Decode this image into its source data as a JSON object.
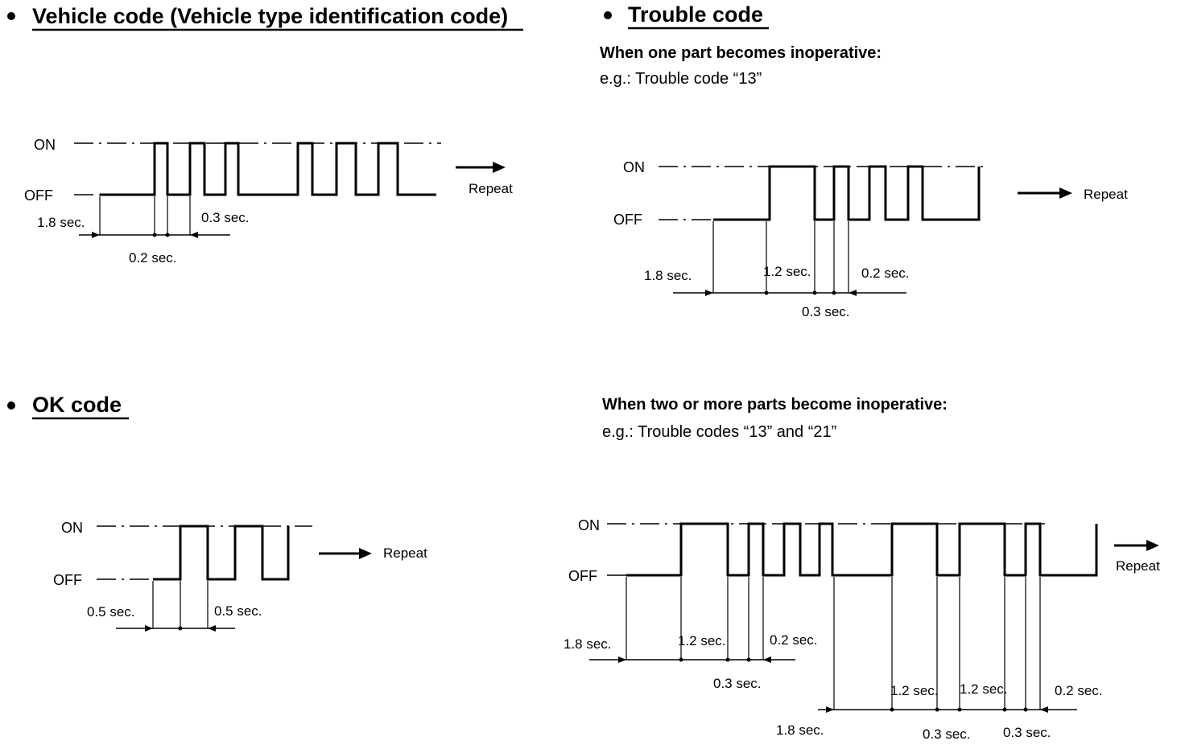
{
  "sections": {
    "vehicle": {
      "title": "Vehicle code (Vehicle type identification code)",
      "on": "ON",
      "off": "OFF",
      "repeat": "Repeat",
      "t1": "1.8 sec.",
      "t2": "0.2 sec.",
      "t3": "0.3 sec."
    },
    "trouble": {
      "title": "Trouble code",
      "sub1": "When one part becomes inoperative:",
      "sub2": "e.g.: Trouble code “13”",
      "on": "ON",
      "off": "OFF",
      "repeat": "Repeat",
      "t1": "1.8 sec.",
      "t2": "1.2 sec.",
      "t3": "0.2 sec.",
      "t4": "0.3 sec."
    },
    "ok": {
      "title": "OK code",
      "on": "ON",
      "off": "OFF",
      "repeat": "Repeat",
      "t1": "0.5 sec.",
      "t2": "0.5 sec."
    },
    "multi": {
      "sub1": "When two or more parts become inoperative:",
      "sub2": "e.g.: Trouble codes “13” and “21”",
      "on": "ON",
      "off": "OFF",
      "repeat": "Repeat",
      "t1": "1.8 sec.",
      "t2": "1.2 sec.",
      "t3": "0.2 sec.",
      "t4": "0.3 sec.",
      "t5": "1.2 sec.",
      "t6": "1.2 sec.",
      "t7": "0.2 sec.",
      "t8": "1.8 sec.",
      "t9": "0.3 sec.",
      "t10": "0.3 sec."
    }
  }
}
